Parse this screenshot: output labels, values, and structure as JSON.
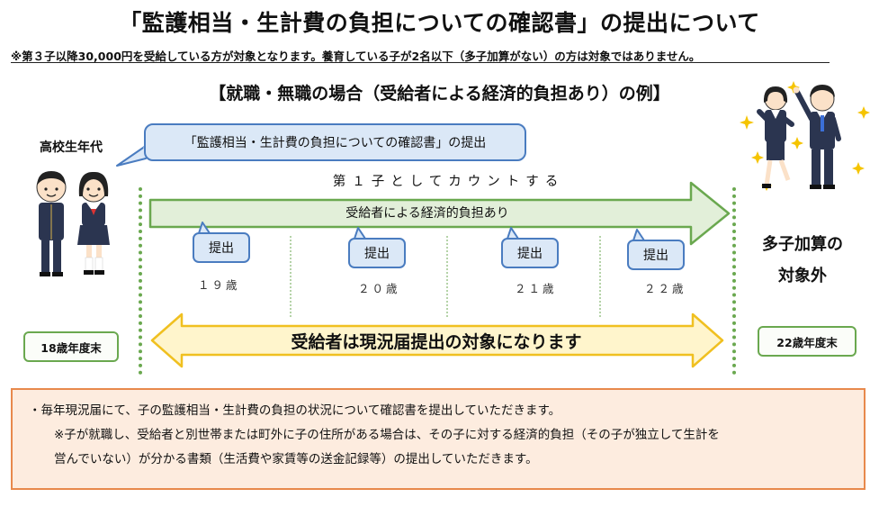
{
  "title": "「監護相当・生計費の負担についての確認書」の提出について",
  "note": "※第３子以降30,000円を受給している方が対象となります。養育している子が2名以下（多子加算がない）の方は対象ではありません。",
  "subtitle": "【就職・無職の場合（受給者による経済的負担あり）の例】",
  "left": {
    "age_group_label": "高校生年代",
    "year_end_label": "18歳年度末"
  },
  "bubble_text": "「監護相当・生計費の負担についての確認書」の提出",
  "count_label": "第１子としてカウントする",
  "arrow_text": "受給者による経済的負担あり",
  "submissions": [
    {
      "label": "提出",
      "age": "１９歳"
    },
    {
      "label": "提出",
      "age": "２０歳"
    },
    {
      "label": "提出",
      "age": "２１歳"
    },
    {
      "label": "提出",
      "age": "２２歳"
    }
  ],
  "right": {
    "excluded_line1": "多子加算の",
    "excluded_line2": "対象外",
    "year_end_label": "22歳年度末"
  },
  "report_text": "受給者は現況届提出の対象になります",
  "info": {
    "line1": "・毎年現況届にて、子の監護相当・生計費の負担の状況について確認書を提出していただきます。",
    "line2": "※子が就職し、受給者と別世帯または町外に子の住所がある場合は、その子に対する経済的負担（その子が独立して生計を",
    "line3": "営んでいない）が分かる書類（生活費や家賃等の送金記録等）の提出していただきます。"
  },
  "colors": {
    "blue_fill": "#dbe8f7",
    "blue_border": "#4a7cc0",
    "green_arrow_fill": "#e2efd9",
    "green_border": "#6aa84f",
    "yellow_fill": "#fff5cc",
    "yellow_border": "#f0c020",
    "info_fill": "#fdecdf",
    "info_border": "#e8894c"
  }
}
